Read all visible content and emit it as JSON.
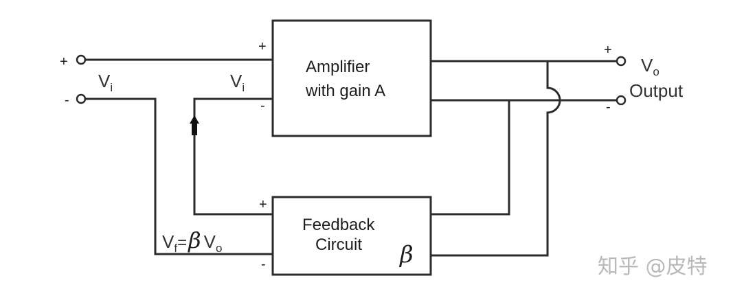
{
  "diagram": {
    "title": "Negative feedback amplifier block diagram",
    "blocks": {
      "amplifier": {
        "line1": "Amplifier",
        "line2": "with gain A"
      },
      "feedback": {
        "line1": "Feedback",
        "line2": "Circuit",
        "symbol": "β"
      }
    },
    "signs": {
      "plus": "+",
      "minus": "-"
    },
    "labels": {
      "input_voltage": {
        "main": "V",
        "sub": "i"
      },
      "amp_input_voltage": {
        "main": "V",
        "sub": "i"
      },
      "output_voltage": {
        "main": "V",
        "sub": "o"
      },
      "output_text": "Output",
      "feedback_eq": {
        "vf_main": "V",
        "vf_sub": "f",
        "equals": "=",
        "beta": "β",
        "vo_main": "V",
        "vo_sub": "o"
      }
    },
    "watermark": "知乎 @皮特"
  }
}
